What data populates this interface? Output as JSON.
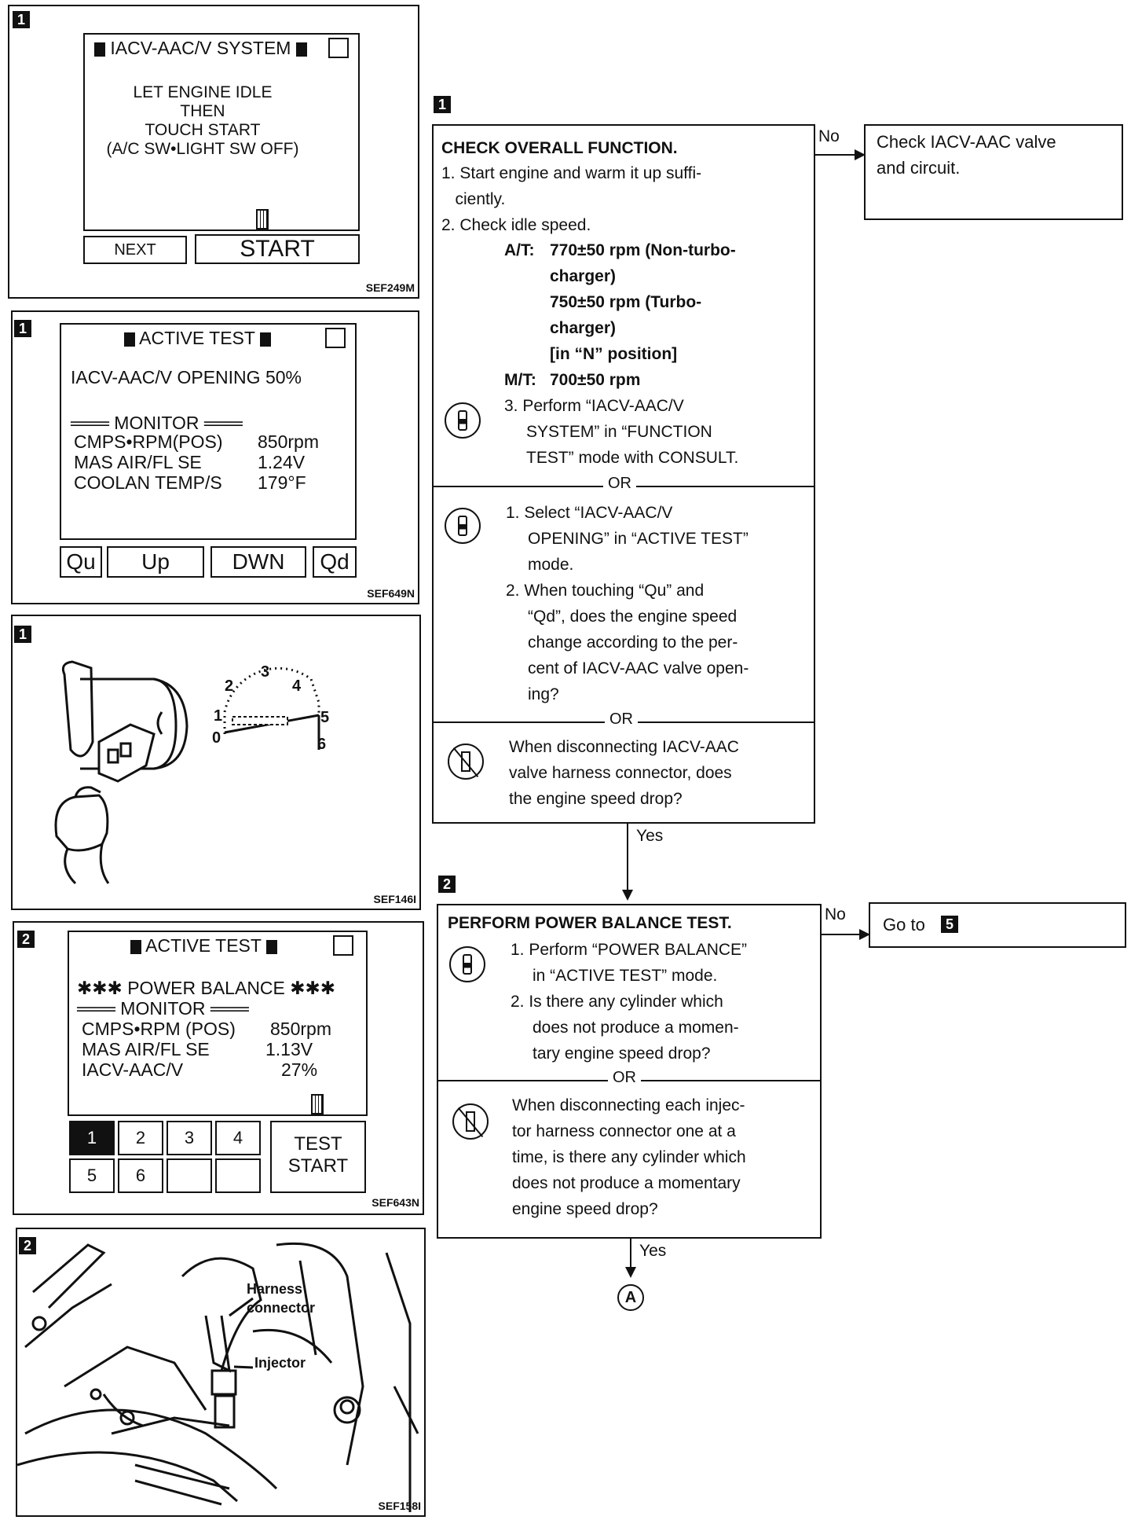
{
  "figures": [
    {
      "step": "1",
      "code": "SEF249M",
      "screen": {
        "title": "IACV-AAC/V SYSTEM",
        "lines": [
          "LET ENGINE IDLE",
          "THEN",
          "TOUCH START",
          "(A/C SW•LIGHT SW OFF)"
        ],
        "buttons": [
          "NEXT",
          "START"
        ]
      }
    },
    {
      "step": "1",
      "code": "SEF649N",
      "screen": {
        "title": "ACTIVE TEST",
        "opening": "IACV-AAC/V OPENING 50%",
        "monitor": "MONITOR",
        "rows": [
          [
            "CMPS•RPM(POS)",
            "850rpm"
          ],
          [
            "MAS AIR/FL SE",
            "1.24V"
          ],
          [
            "COOLAN TEMP/S",
            "179°F"
          ]
        ],
        "buttons": [
          "Qu",
          "Up",
          "DWN",
          "Qd"
        ]
      }
    },
    {
      "step": "1",
      "code": "SEF146I",
      "gauge": [
        "0",
        "1",
        "2",
        "3",
        "4",
        "5",
        "6"
      ]
    },
    {
      "step": "2",
      "code": "SEF643N",
      "screen": {
        "title": "ACTIVE TEST",
        "banner": "POWER BALANCE",
        "monitor": "MONITOR",
        "rows": [
          [
            "CMPS•RPM (POS)",
            "850rpm"
          ],
          [
            "MAS AIR/FL SE",
            "1.13V"
          ],
          [
            "IACV-AAC/V",
            "27%"
          ]
        ],
        "keys": [
          "1",
          "2",
          "3",
          "4",
          "5",
          "6"
        ],
        "test_label_1": "TEST",
        "test_label_2": "START"
      }
    },
    {
      "step": "2",
      "code": "SEF158I",
      "labels": {
        "harness_1": "Harness",
        "harness_2": "connector",
        "injector": "Injector"
      }
    }
  ],
  "flow": {
    "step1": {
      "badge": "1",
      "title": "CHECK OVERALL FUNCTION.",
      "lines": [
        "1. Start engine and warm it up suffi-",
        "   ciently.",
        "2. Check idle speed."
      ],
      "spec": {
        "at_label": "A/T:",
        "at_lines": [
          "770±50 rpm (Non-turbo-",
          "charger)",
          "750±50 rpm (Turbo-",
          "charger)",
          "[in “N” position]"
        ],
        "mt_label": "M/T:",
        "mt_value": "700±50 rpm"
      },
      "consult_a": [
        "3. Perform “IACV-AAC/V",
        "SYSTEM” in “FUNCTION",
        "TEST” mode with CONSULT."
      ],
      "or": "OR",
      "consult_b": [
        "1. Select “IACV-AAC/V",
        "OPENING” in “ACTIVE TEST”",
        "mode.",
        "2. When touching “Qu” and",
        "“Qd”, does the engine speed",
        "change according to the per-",
        "cent of IACV-AAC valve open-",
        "ing?"
      ],
      "manual": [
        "When disconnecting IACV-AAC",
        "valve harness connector, does",
        "the engine speed drop?"
      ],
      "no": "No",
      "no_result": [
        "Check IACV-AAC valve",
        "and circuit."
      ],
      "yes": "Yes"
    },
    "step2": {
      "badge": "2",
      "title": "PERFORM POWER BALANCE TEST.",
      "consult": [
        "1. Perform “POWER BALANCE”",
        "in “ACTIVE TEST” mode.",
        "2. Is there any cylinder which",
        "does not produce a momen-",
        "tary engine speed drop?"
      ],
      "or": "OR",
      "manual": [
        "When disconnecting each injec-",
        "tor harness connector one at a",
        "time, is there any cylinder which",
        "does not produce a momentary",
        "engine speed drop?"
      ],
      "no": "No",
      "goto_text": "Go to",
      "goto_step": "5",
      "yes": "Yes",
      "connector": "A"
    }
  }
}
